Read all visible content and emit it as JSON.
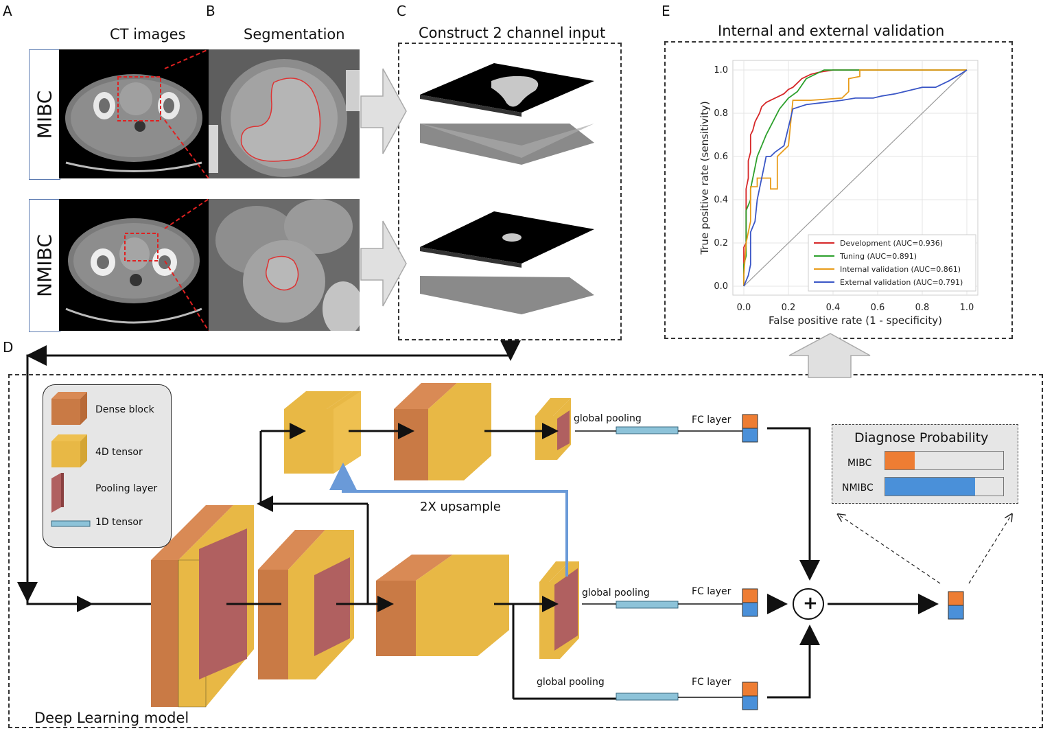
{
  "panels": {
    "a_letter": "A",
    "b_letter": "B",
    "c_letter": "C",
    "d_letter": "D",
    "e_letter": "E"
  },
  "headers": {
    "ct_images": "CT images",
    "segmentation": "Segmentation",
    "construct": "Construct 2 channel input",
    "validation": "Internal and external validation"
  },
  "rows": {
    "mibc": "MIBC",
    "nmibc": "NMIBC"
  },
  "legend": {
    "dense_block": "Dense block",
    "tensor_4d": "4D tensor",
    "pooling_layer": "Pooling layer",
    "tensor_1d": "1D tensor"
  },
  "model": {
    "global_pooling": "global pooling",
    "fc_layer": "FC layer",
    "upsample": "2X upsample",
    "plus": "+",
    "title": "Deep Learning model"
  },
  "diagnose": {
    "title": "Diagnose Probability",
    "mibc_label": "MIBC",
    "nmibc_label": "NMIBC",
    "mibc_value": 0.25,
    "nmibc_value": 0.76,
    "mibc_color": "#ee7d33",
    "nmibc_color": "#4a90d9"
  },
  "chart_data": {
    "type": "line",
    "xlabel": "False positive rate (1 - specificity)",
    "ylabel": "True positive rate (sensitivity)",
    "xlim": [
      0,
      1
    ],
    "ylim": [
      0,
      1
    ],
    "xticks": [
      "0.0",
      "0.2",
      "0.4",
      "0.6",
      "0.8",
      "1.0"
    ],
    "yticks": [
      "0.0",
      "0.2",
      "0.4",
      "0.6",
      "0.8",
      "1.0"
    ],
    "grid": true,
    "legend_position": "bottom-right",
    "series": [
      {
        "name": "Development (AUC=0.936)",
        "color": "#d62728",
        "x": [
          0,
          0,
          0.01,
          0.01,
          0.02,
          0.02,
          0.03,
          0.03,
          0.04,
          0.05,
          0.06,
          0.07,
          0.08,
          0.09,
          0.1,
          0.12,
          0.14,
          0.16,
          0.18,
          0.2,
          0.22,
          0.26,
          0.3,
          0.34,
          0.4,
          0.5,
          0.7,
          1.0
        ],
        "y": [
          0,
          0.18,
          0.2,
          0.45,
          0.5,
          0.58,
          0.62,
          0.7,
          0.72,
          0.76,
          0.78,
          0.8,
          0.83,
          0.84,
          0.85,
          0.86,
          0.87,
          0.88,
          0.89,
          0.91,
          0.92,
          0.96,
          0.98,
          0.99,
          1.0,
          1.0,
          1.0,
          1.0
        ]
      },
      {
        "name": "Tuning (AUC=0.891)",
        "color": "#2ca02c",
        "x": [
          0,
          0,
          0.01,
          0.01,
          0.03,
          0.03,
          0.05,
          0.06,
          0.08,
          0.1,
          0.12,
          0.14,
          0.16,
          0.2,
          0.24,
          0.28,
          0.36,
          0.5,
          0.7,
          1.0
        ],
        "y": [
          0,
          0.1,
          0.14,
          0.35,
          0.4,
          0.45,
          0.55,
          0.6,
          0.65,
          0.7,
          0.74,
          0.78,
          0.82,
          0.87,
          0.9,
          0.96,
          1.0,
          1.0,
          1.0,
          1.0
        ]
      },
      {
        "name": "Internal validation (AUC=0.861)",
        "color": "#e89c1a",
        "x": [
          0,
          0,
          0.01,
          0.02,
          0.03,
          0.03,
          0.06,
          0.06,
          0.12,
          0.12,
          0.15,
          0.15,
          0.2,
          0.22,
          0.3,
          0.44,
          0.47,
          0.47,
          0.52,
          0.52,
          0.7,
          1.0
        ],
        "y": [
          0,
          0.05,
          0.2,
          0.25,
          0.3,
          0.46,
          0.46,
          0.5,
          0.5,
          0.45,
          0.45,
          0.6,
          0.65,
          0.86,
          0.86,
          0.87,
          0.9,
          0.96,
          0.97,
          1.0,
          1.0,
          1.0
        ],
        "note_free": true
      },
      {
        "name": "External validation (AUC=0.791)",
        "color": "#3a56c6",
        "x": [
          0,
          0.02,
          0.03,
          0.03,
          0.05,
          0.06,
          0.08,
          0.09,
          0.1,
          0.12,
          0.14,
          0.18,
          0.22,
          0.28,
          0.36,
          0.44,
          0.5,
          0.58,
          0.62,
          0.68,
          0.72,
          0.8,
          0.86,
          0.92,
          0.97,
          1.0
        ],
        "y": [
          0,
          0.05,
          0.1,
          0.25,
          0.3,
          0.4,
          0.5,
          0.55,
          0.6,
          0.6,
          0.62,
          0.65,
          0.82,
          0.84,
          0.85,
          0.86,
          0.87,
          0.87,
          0.88,
          0.89,
          0.9,
          0.92,
          0.92,
          0.95,
          0.98,
          1.0
        ]
      }
    ]
  }
}
